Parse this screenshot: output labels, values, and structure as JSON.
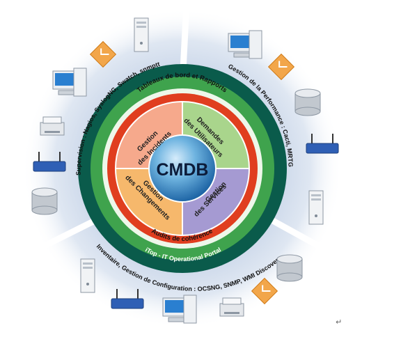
{
  "center": {
    "label": "CMDB"
  },
  "quadrants": [
    {
      "id": "incidents",
      "line1": "Gestion",
      "line2": "des Incidents",
      "color": "#f6a98c"
    },
    {
      "id": "demandes",
      "line1": "Demandes",
      "line2": "des Utilisateurs",
      "color": "#a9d58c"
    },
    {
      "id": "services",
      "line1": "Gestion",
      "line2": "des Services",
      "color": "#a59ad2"
    },
    {
      "id": "changements",
      "line1": "Gestion",
      "line2": "des Changements",
      "color": "#f6b86c"
    }
  ],
  "rings": {
    "top_label": "Tableaux de bord et Rapports",
    "bottom_label": "Audits de cohérence",
    "outer_label": "iTop - IT Operational Portal"
  },
  "sectors": {
    "supervision": "Supervision : Nagios, SyslogNG, Swatch, snmptt",
    "performance": "Gestion de la Performance : Cacti, MRTG",
    "inventaire": "Inventaire, Gestion de Configuration : OCSNG, SNMP, WMI Discovery"
  },
  "footer_mark": "↵",
  "colors": {
    "outer_band": "#0a5b4b",
    "green_ring": "#3fa34d",
    "red_ring": "#e03e1f",
    "cmdb_sphere": "#3f90c8",
    "halo": "#c9d6e8"
  },
  "icons": [
    "desktop-pc-icon",
    "tower-server-icon",
    "network-router-icon",
    "database-icon",
    "laser-printer-icon",
    "orange-cube-icon"
  ]
}
